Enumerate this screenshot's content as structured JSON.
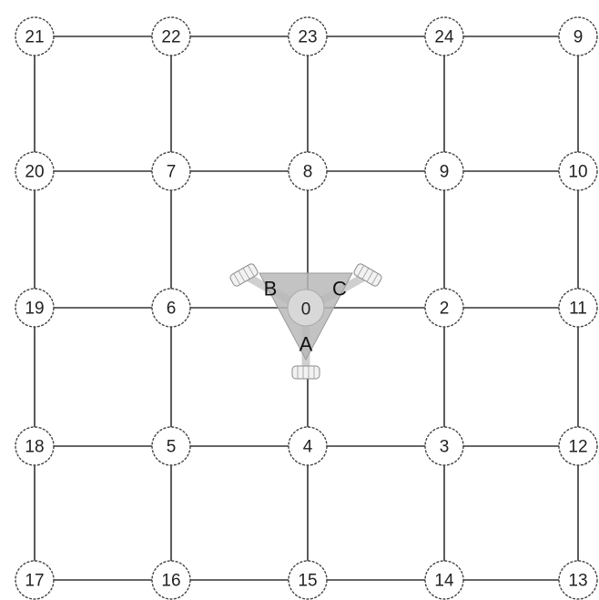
{
  "grid": {
    "rows": [
      [
        "21",
        "22",
        "23",
        "24",
        "9"
      ],
      [
        "20",
        "7",
        "8",
        "9",
        "10"
      ],
      [
        "19",
        "6",
        "",
        "2",
        "11"
      ],
      [
        "18",
        "5",
        "4",
        "3",
        "12"
      ],
      [
        "17",
        "16",
        "15",
        "14",
        "13"
      ]
    ]
  },
  "robot": {
    "center_label": "0",
    "wheel_labels": {
      "a": "A",
      "b": "B",
      "c": "C"
    }
  }
}
